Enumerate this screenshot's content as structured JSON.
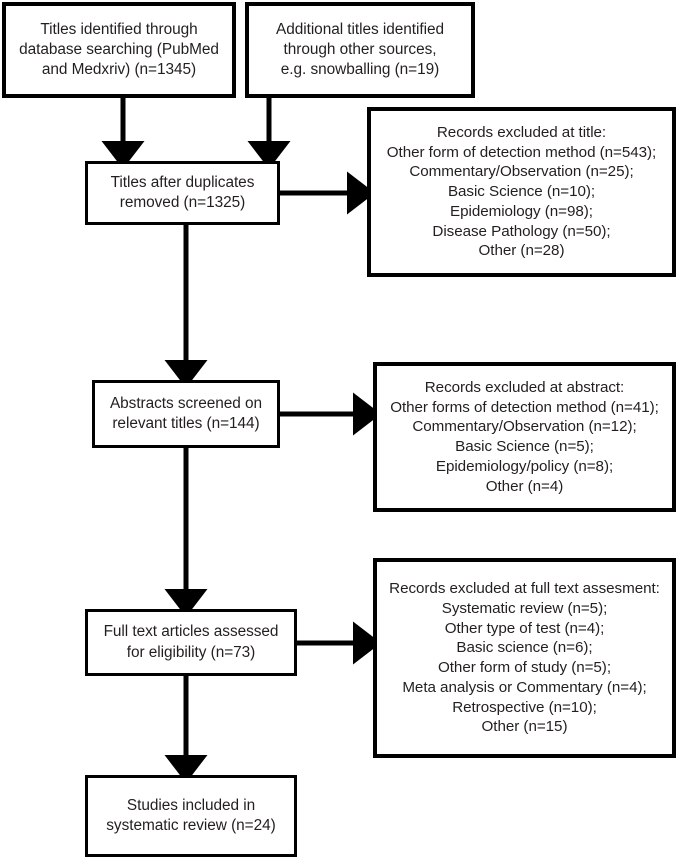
{
  "diagram": {
    "type": "prisma-flow-diagram",
    "title": "PRISMA study selection flow diagram",
    "colors": {
      "box_border": "#000000",
      "box_fill": "#ffffff",
      "text": "#231f20",
      "connector": "#000000",
      "background": "#ffffff"
    }
  },
  "nodes": {
    "identified_db": {
      "name": "Titles identified through database searching",
      "lines": [
        "Titles identified through",
        "database searching (PubMed",
        "and Medxriv) (n=1345)"
      ],
      "count": 1345
    },
    "identified_other": {
      "name": "Additional titles identified through other sources",
      "lines": [
        "Additional titles identified",
        "through other sources,",
        "e.g. snowballing (n=19)"
      ],
      "count": 19
    },
    "duplicates_removed": {
      "name": "Titles after duplicates removed",
      "lines": [
        "Titles after duplicates",
        "removed (n=1325)"
      ],
      "count": 1325
    },
    "excluded_title": {
      "name": "Records excluded at title",
      "lines": [
        "Records excluded at title:",
        "Other form of detection method (n=543);",
        "Commentary/Observation (n=25);",
        "Basic Science (n=10);",
        "Epidemiology (n=98);",
        "Disease Pathology (n=50);",
        "Other (n=28)"
      ],
      "reasons": [
        {
          "label": "Other form of detection method",
          "count": 543
        },
        {
          "label": "Commentary/Observation",
          "count": 25
        },
        {
          "label": "Basic Science",
          "count": 10
        },
        {
          "label": "Epidemiology",
          "count": 98
        },
        {
          "label": "Disease Pathology",
          "count": 50
        },
        {
          "label": "Other",
          "count": 28
        }
      ]
    },
    "abstracts_screened": {
      "name": "Abstracts screened on relevant titles",
      "lines": [
        "Abstracts screened on",
        "relevant titles (n=144)"
      ],
      "count": 144
    },
    "excluded_abstract": {
      "name": "Records excluded at abstract",
      "lines": [
        "Records excluded at abstract:",
        "Other forms of detection method (n=41);",
        "Commentary/Observation (n=12);",
        "Basic Science (n=5);",
        "Epidemiology/policy (n=8);",
        "Other (n=4)"
      ],
      "reasons": [
        {
          "label": "Other forms of detection method",
          "count": 41
        },
        {
          "label": "Commentary/Observation",
          "count": 12
        },
        {
          "label": "Basic Science",
          "count": 5
        },
        {
          "label": "Epidemiology/policy",
          "count": 8
        },
        {
          "label": "Other",
          "count": 4
        }
      ]
    },
    "fulltext_assessed": {
      "name": "Full text articles assessed for eligibility",
      "lines": [
        "Full text articles assessed",
        "for eligibility (n=73)"
      ],
      "count": 73
    },
    "excluded_fulltext": {
      "name": "Records excluded at full text assesment",
      "lines": [
        "Records excluded at full text assesment:",
        "Systematic review (n=5);",
        "Other type of test (n=4);",
        "Basic science (n=6);",
        "Other form of study (n=5);",
        "Meta analysis or Commentary (n=4);",
        "Retrospective (n=10);",
        "Other (n=15)"
      ],
      "reasons": [
        {
          "label": "Systematic review",
          "count": 5
        },
        {
          "label": "Other type of test",
          "count": 4
        },
        {
          "label": "Basic science",
          "count": 6
        },
        {
          "label": "Other form of study",
          "count": 5
        },
        {
          "label": "Meta analysis or Commentary",
          "count": 4
        },
        {
          "label": "Retrospective",
          "count": 10
        },
        {
          "label": "Other",
          "count": 15
        }
      ]
    },
    "studies_included": {
      "name": "Studies included in systematic review",
      "lines": [
        "Studies included in",
        "systematic review (n=24)"
      ],
      "count": 24
    }
  },
  "connectors": [
    {
      "from": "identified_db",
      "to": "duplicates_removed",
      "direction": "down"
    },
    {
      "from": "identified_other",
      "to": "duplicates_removed",
      "direction": "down"
    },
    {
      "from": "duplicates_removed",
      "to": "excluded_title",
      "direction": "right"
    },
    {
      "from": "duplicates_removed",
      "to": "abstracts_screened",
      "direction": "down"
    },
    {
      "from": "abstracts_screened",
      "to": "excluded_abstract",
      "direction": "right"
    },
    {
      "from": "abstracts_screened",
      "to": "fulltext_assessed",
      "direction": "down"
    },
    {
      "from": "fulltext_assessed",
      "to": "excluded_fulltext",
      "direction": "right"
    },
    {
      "from": "fulltext_assessed",
      "to": "studies_included",
      "direction": "down"
    }
  ]
}
